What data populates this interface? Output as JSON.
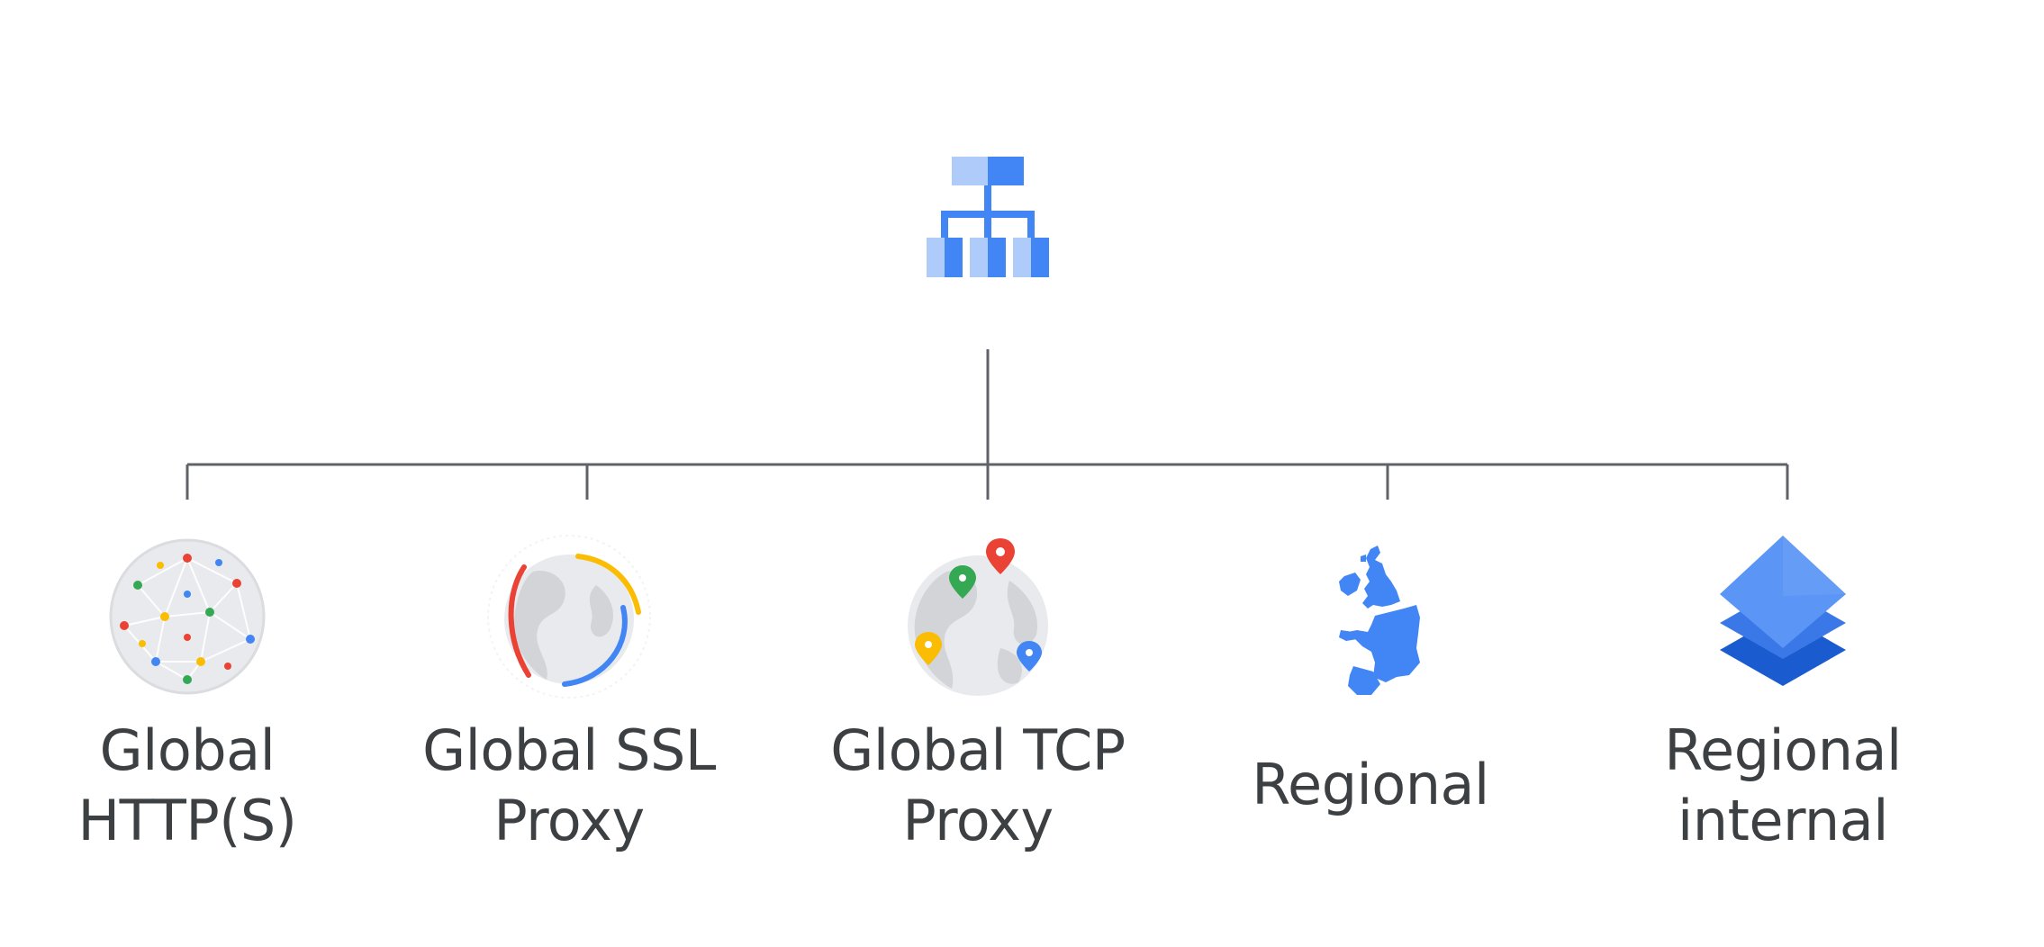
{
  "diagram": {
    "root": {
      "icon": "load-balancer-icon"
    },
    "nodes": [
      {
        "icon": "global-network-globe-icon",
        "label_line1": "Global",
        "label_line2": "HTTP(S)"
      },
      {
        "icon": "ssl-globe-icon",
        "label_line1": "Global SSL",
        "label_line2": "Proxy"
      },
      {
        "icon": "globe-map-pins-icon",
        "label_line1": "Global TCP",
        "label_line2": "Proxy"
      },
      {
        "icon": "europe-map-icon",
        "label_line1": "Regional"
      },
      {
        "icon": "stacked-layers-icon",
        "label_line1": "Regional",
        "label_line2": "internal"
      }
    ]
  },
  "colors": {
    "text": "#3c4043",
    "connector": "#5f6368",
    "blue": "#4285f4",
    "light_blue": "#aecbfa",
    "red": "#ea4335",
    "yellow": "#fbbc04",
    "green": "#34a853",
    "globe_gray": "#dadce0"
  }
}
